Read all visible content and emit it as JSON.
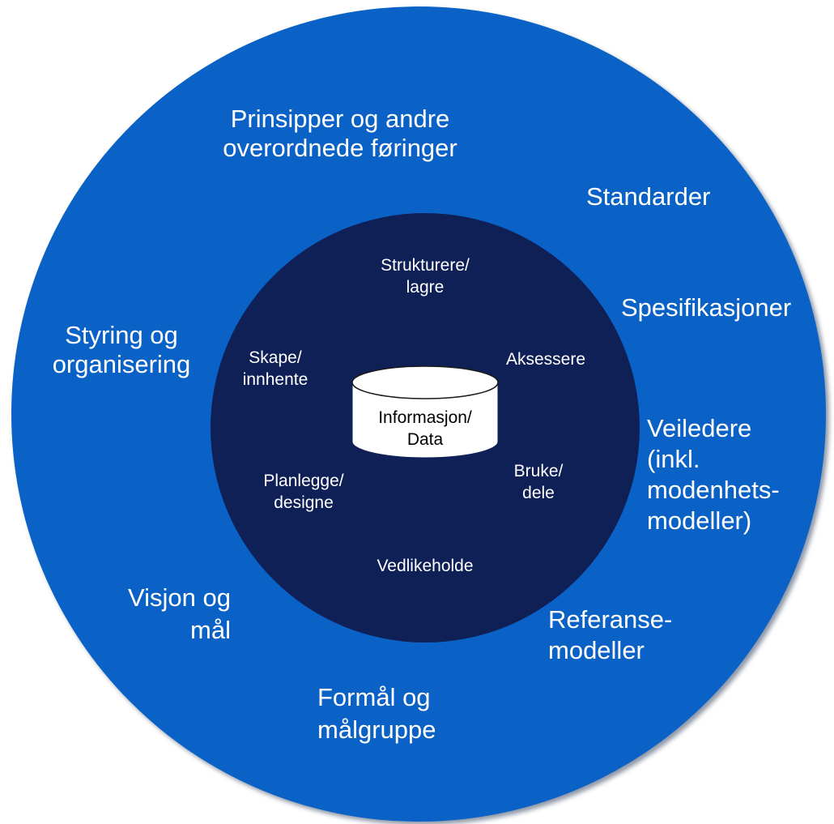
{
  "colors": {
    "outer_ring": "#0a62c6",
    "outer_ring_shadow": "#8f98a8",
    "inner_circle": "#0f2057",
    "database_fill": "#ffffff",
    "outer_text": "#ffffff",
    "inner_text": "#ffffff",
    "center_text": "#000000"
  },
  "outer_labels": {
    "principles": [
      "Prinsipper og andre",
      "overordnede føringer"
    ],
    "standards": [
      "Standarder"
    ],
    "specifications": [
      "Spesifikasjoner"
    ],
    "guides": [
      "Veiledere",
      "(inkl.",
      "modenhets-",
      "modeller)"
    ],
    "reference_models": [
      "Referanse-",
      "modeller"
    ],
    "purpose": [
      "Formål og",
      "målgruppe"
    ],
    "vision": [
      "Visjon og",
      "mål"
    ],
    "governance": [
      "Styring og",
      "organisering"
    ]
  },
  "inner_labels": {
    "structure": [
      "Strukturere/",
      "lagre"
    ],
    "access": [
      "Aksessere"
    ],
    "use": [
      "Bruke/",
      "dele"
    ],
    "maintain": [
      "Vedlikeholde"
    ],
    "plan": [
      "Planlegge/",
      "designe"
    ],
    "create": [
      "Skape/",
      "innhente"
    ]
  },
  "center": {
    "icon": "database-cylinder-icon",
    "label": [
      "Informasjon/",
      "Data"
    ]
  }
}
